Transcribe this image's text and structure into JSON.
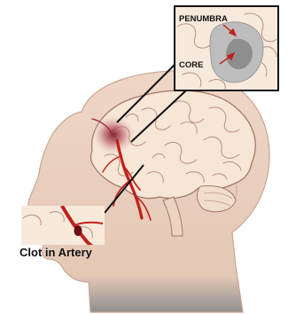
{
  "labels": {
    "penumbra": "PENUMBRA",
    "core": "CORE",
    "clot": "Clot in Artery"
  },
  "colors": {
    "skin": "#efd6c6",
    "skin_edge": "#c9a593",
    "brain": "#f6e6d6",
    "brain_fold": "#b98f80",
    "artery": "#c0201a",
    "infarct": "#8a1d2c",
    "penumbra_zone": "#bdbdbd",
    "core_zone": "#8e8e8e",
    "frame": "#111111"
  }
}
